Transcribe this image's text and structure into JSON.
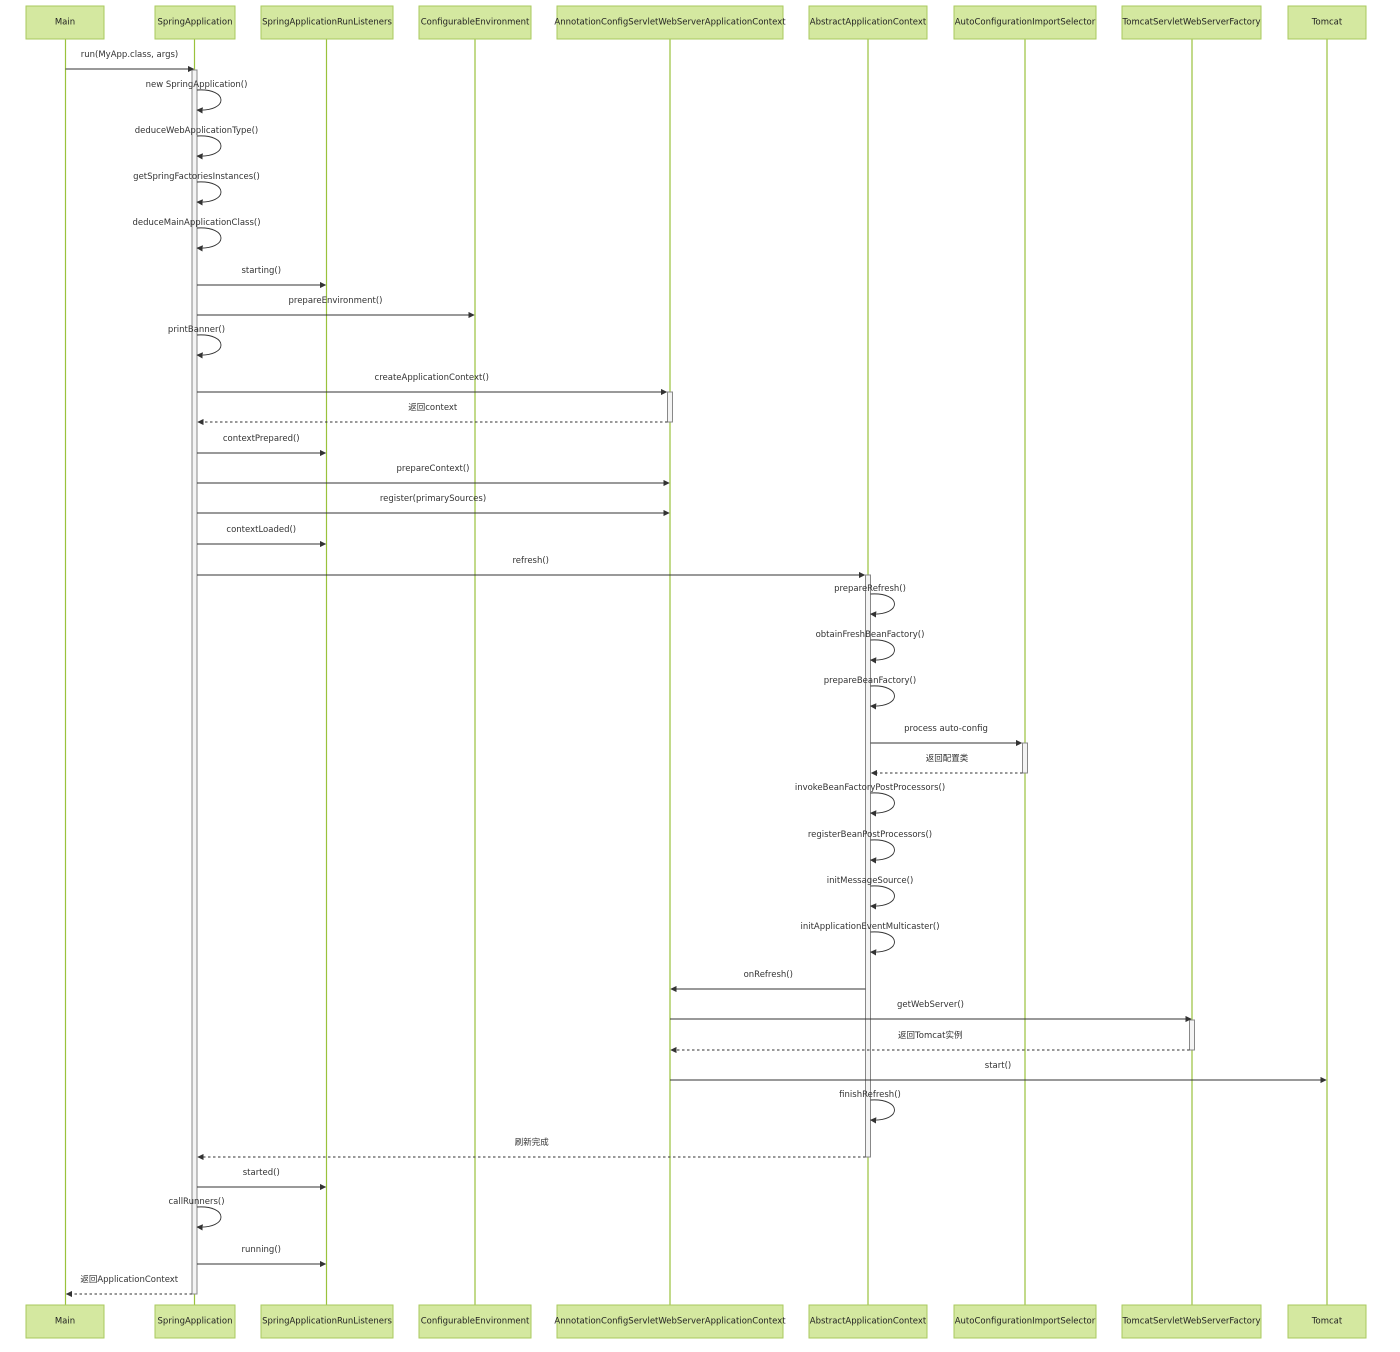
{
  "diagram": {
    "type": "sequence",
    "participants": [
      {
        "id": "main",
        "label": "Main"
      },
      {
        "id": "sa",
        "label": "SpringApplication"
      },
      {
        "id": "sarl",
        "label": "SpringApplicationRunListeners"
      },
      {
        "id": "env",
        "label": "ConfigurableEnvironment"
      },
      {
        "id": "acsw",
        "label": "AnnotationConfigServletWebServerApplicationContext"
      },
      {
        "id": "aac",
        "label": "AbstractApplicationContext"
      },
      {
        "id": "acis",
        "label": "AutoConfigurationImportSelector"
      },
      {
        "id": "tsw",
        "label": "TomcatServletWebServerFactory"
      },
      {
        "id": "tomcat",
        "label": "Tomcat"
      }
    ],
    "messages": [
      {
        "from": "main",
        "to": "sa",
        "label": "run(MyApp.class, args)",
        "kind": "call"
      },
      {
        "from": "sa",
        "to": "sa",
        "label": "new SpringApplication()",
        "kind": "self"
      },
      {
        "from": "sa",
        "to": "sa",
        "label": "deduceWebApplicationType()",
        "kind": "self"
      },
      {
        "from": "sa",
        "to": "sa",
        "label": "getSpringFactoriesInstances()",
        "kind": "self"
      },
      {
        "from": "sa",
        "to": "sa",
        "label": "deduceMainApplicationClass()",
        "kind": "self"
      },
      {
        "from": "sa",
        "to": "sarl",
        "label": "starting()",
        "kind": "call"
      },
      {
        "from": "sa",
        "to": "env",
        "label": "prepareEnvironment()",
        "kind": "call"
      },
      {
        "from": "sa",
        "to": "sa",
        "label": "printBanner()",
        "kind": "self"
      },
      {
        "from": "sa",
        "to": "acsw",
        "label": "createApplicationContext()",
        "kind": "call"
      },
      {
        "from": "acsw",
        "to": "sa",
        "label": "返回context",
        "kind": "return"
      },
      {
        "from": "sa",
        "to": "sarl",
        "label": "contextPrepared()",
        "kind": "call"
      },
      {
        "from": "sa",
        "to": "acsw",
        "label": "prepareContext()",
        "kind": "call"
      },
      {
        "from": "sa",
        "to": "acsw",
        "label": "register(primarySources)",
        "kind": "call"
      },
      {
        "from": "sa",
        "to": "sarl",
        "label": "contextLoaded()",
        "kind": "call"
      },
      {
        "from": "sa",
        "to": "aac",
        "label": "refresh()",
        "kind": "call"
      },
      {
        "from": "aac",
        "to": "aac",
        "label": "prepareRefresh()",
        "kind": "self"
      },
      {
        "from": "aac",
        "to": "aac",
        "label": "obtainFreshBeanFactory()",
        "kind": "self"
      },
      {
        "from": "aac",
        "to": "aac",
        "label": "prepareBeanFactory()",
        "kind": "self"
      },
      {
        "from": "aac",
        "to": "acis",
        "label": "process auto-config",
        "kind": "call"
      },
      {
        "from": "acis",
        "to": "aac",
        "label": "返回配置类",
        "kind": "return"
      },
      {
        "from": "aac",
        "to": "aac",
        "label": "invokeBeanFactoryPostProcessors()",
        "kind": "self"
      },
      {
        "from": "aac",
        "to": "aac",
        "label": "registerBeanPostProcessors()",
        "kind": "self"
      },
      {
        "from": "aac",
        "to": "aac",
        "label": "initMessageSource()",
        "kind": "self"
      },
      {
        "from": "aac",
        "to": "aac",
        "label": "initApplicationEventMulticaster()",
        "kind": "self"
      },
      {
        "from": "aac",
        "to": "acsw",
        "label": "onRefresh()",
        "kind": "call"
      },
      {
        "from": "acsw",
        "to": "tsw",
        "label": "getWebServer()",
        "kind": "call"
      },
      {
        "from": "tsw",
        "to": "acsw",
        "label": "返回Tomcat实例",
        "kind": "return"
      },
      {
        "from": "acsw",
        "to": "tomcat",
        "label": "start()",
        "kind": "call"
      },
      {
        "from": "aac",
        "to": "aac",
        "label": "finishRefresh()",
        "kind": "self"
      },
      {
        "from": "aac",
        "to": "sa",
        "label": "刷新完成",
        "kind": "return"
      },
      {
        "from": "sa",
        "to": "sarl",
        "label": "started()",
        "kind": "call"
      },
      {
        "from": "sa",
        "to": "sa",
        "label": "callRunners()",
        "kind": "self"
      },
      {
        "from": "sa",
        "to": "sarl",
        "label": "running()",
        "kind": "call"
      },
      {
        "from": "sa",
        "to": "main",
        "label": "返回ApplicationContext",
        "kind": "return"
      }
    ]
  }
}
